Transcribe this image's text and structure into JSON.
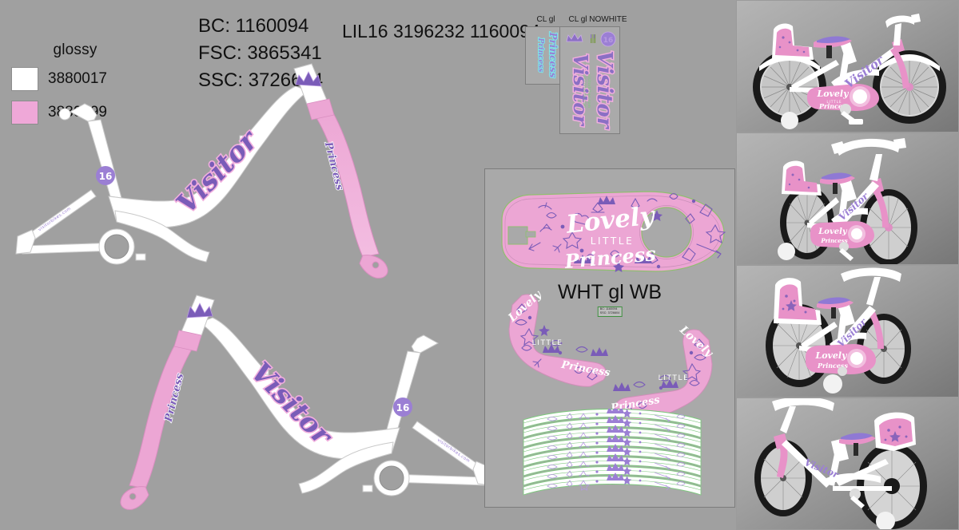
{
  "legend": {
    "finish_label": "glossy",
    "colors": [
      {
        "name": "white-swatch",
        "code": "3880017",
        "hex": "#ffffff"
      },
      {
        "name": "pink-swatch",
        "code": "3880099",
        "hex": "#efa8d8"
      }
    ]
  },
  "codes": {
    "bc": "BC: 1160094",
    "fsc": "FSC: 3865341",
    "ssc": "SSC: 3726604",
    "lil": "LIL16 3196232 1160094"
  },
  "sheets": {
    "small": {
      "label": "CL gl",
      "decal_text": "Princess"
    },
    "large": {
      "label": "CL gl NOWHITE",
      "logo_text": "Visitor",
      "badge_text": "16",
      "url_text": "visitorbikes.com"
    }
  },
  "decal_panel": {
    "title": "WHT gl WB",
    "sub_line1": "BC: 1160094",
    "sub_line2": "SSC: 3726604",
    "chainguard": {
      "line1": "Lovely",
      "line2": "LITTLE",
      "line3": "Princess"
    },
    "seat_decal": {
      "line1": "Lovely",
      "line2": "LITTLE",
      "line3": "Princess"
    }
  },
  "frames": {
    "logo_text": "Visitor",
    "fork_text": "Princess",
    "size_badge": "16",
    "stay_text": "visitorbikes.com"
  },
  "renders": {
    "panels": [
      {
        "name": "render-side-view"
      },
      {
        "name": "render-front-three-quarter"
      },
      {
        "name": "render-rear-three-quarter"
      },
      {
        "name": "render-rear-side-view"
      }
    ]
  },
  "palette": {
    "background": "#a0a0a0",
    "pink": "#efa8d8",
    "pink_dark": "#e492c8",
    "purple": "#8b6fc4",
    "purple_deep": "#7a5cb8",
    "white": "#ffffff",
    "cut_green": "#7fc87f",
    "text": "#111111"
  }
}
